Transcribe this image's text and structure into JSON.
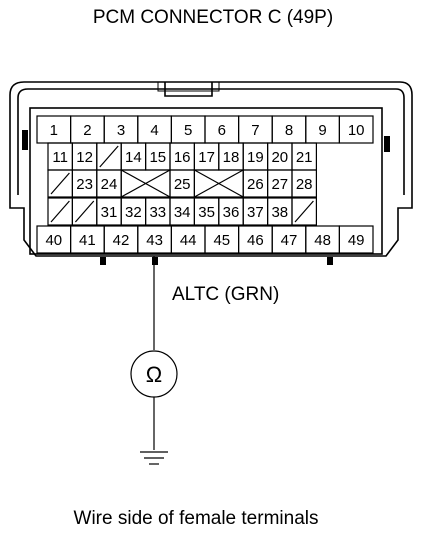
{
  "diagram": {
    "title": "PCM CONNECTOR C (49P)",
    "wire_label": "ALTC (GRN)",
    "meter_symbol": "Ω",
    "caption": "Wire side of female terminals",
    "rows": [
      [
        "1",
        "2",
        "3",
        "4",
        "5",
        "6",
        "7",
        "8",
        "9",
        "10"
      ],
      [
        "11",
        "12",
        "",
        "14",
        "15",
        "16",
        "17",
        "18",
        "19",
        "20",
        "21"
      ],
      [
        "",
        "23",
        "24",
        "",
        "",
        "25",
        "",
        "",
        "26",
        "27",
        "28"
      ],
      [
        "",
        "",
        "31",
        "32",
        "33",
        "34",
        "35",
        "36",
        "37",
        "38",
        ""
      ],
      [
        "40",
        "41",
        "42",
        "43",
        "44",
        "45",
        "46",
        "47",
        "48",
        "49"
      ]
    ],
    "probed_pin": "43"
  }
}
